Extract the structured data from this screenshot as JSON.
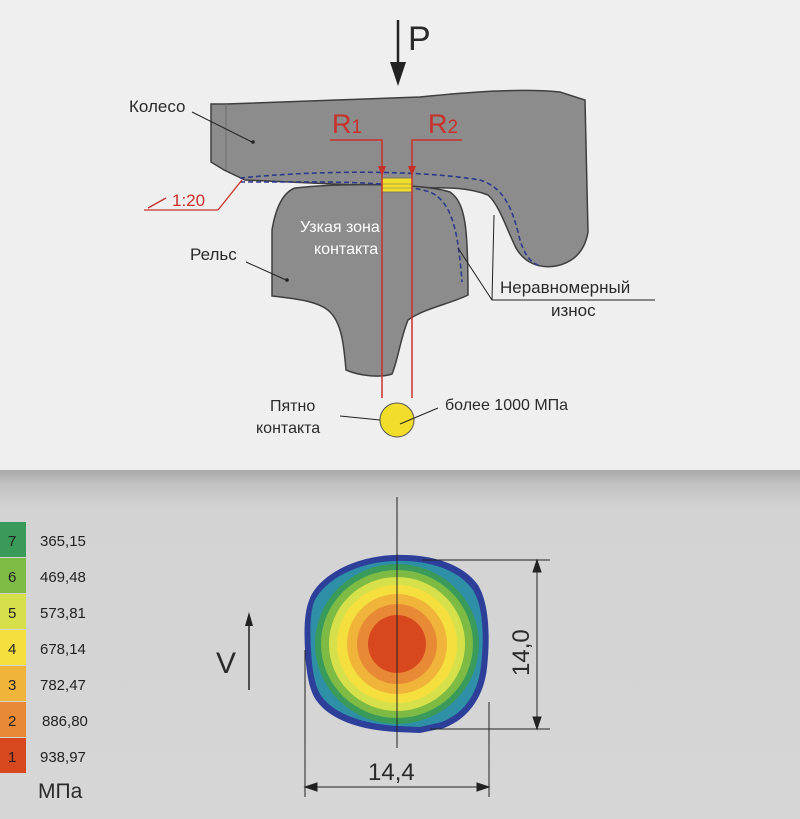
{
  "diagram": {
    "force_label": "P",
    "wheel_label": "Колесо",
    "rail_label": "Рельс",
    "r1_label": "R",
    "r1_sub": "1",
    "r2_label": "R",
    "r2_sub": "2",
    "taper_label": "1:20",
    "narrow_zone_line1": "Узкая зона",
    "narrow_zone_line2": "контакта",
    "uneven_wear_line1": "Неравномерный",
    "uneven_wear_line2": "износ",
    "contact_patch_line1": "Пятно",
    "contact_patch_line2": "контакта",
    "pressure_label": "более 1000 МПа"
  },
  "contour_plot": {
    "velocity_label": "V",
    "height_dim": "14,0",
    "width_dim": "14,4",
    "unit": "МПа",
    "legend": [
      {
        "index": "7",
        "value": "365,15",
        "color": "#3a9a5a"
      },
      {
        "index": "6",
        "value": "469,48",
        "color": "#7dbb45"
      },
      {
        "index": "5",
        "value": "573,81",
        "color": "#d6e04a"
      },
      {
        "index": "4",
        "value": "678,14",
        "color": "#f4df3e"
      },
      {
        "index": "3",
        "value": "782,47",
        "color": "#f0b43a"
      },
      {
        "index": "2",
        "value": "886,80",
        "color": "#e88a35"
      },
      {
        "index": "1",
        "value": "938,97",
        "color": "#d8481e"
      }
    ]
  },
  "colors": {
    "wheel_rail_fill": "#8c8c8c",
    "annotation_red": "#c8302a",
    "wear_dash": "#2e3a8a",
    "contact_patch": "#f2de2a"
  }
}
